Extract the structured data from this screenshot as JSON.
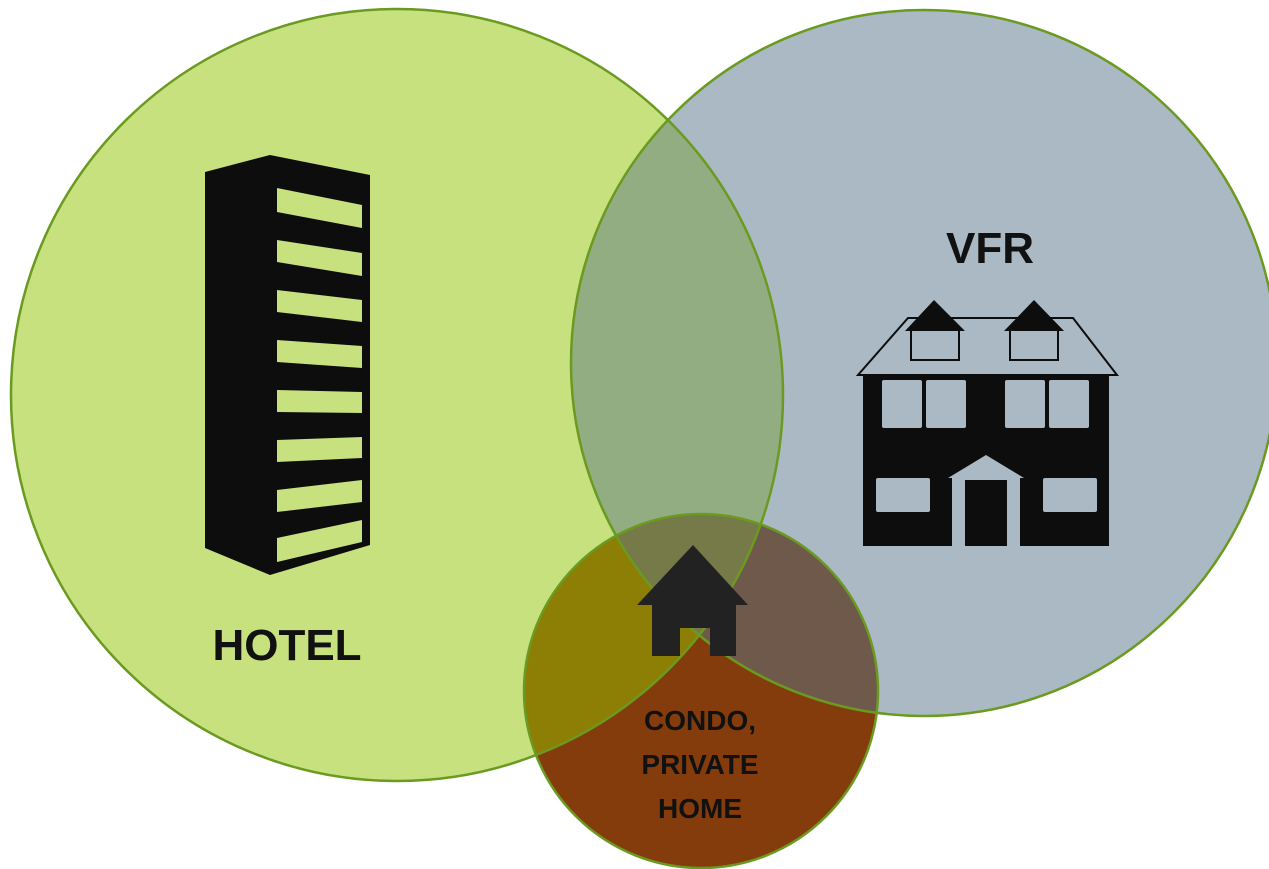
{
  "diagram": {
    "type": "venn",
    "sets": [
      {
        "id": "hotel",
        "label": "HOTEL",
        "icon": "office-tower-icon",
        "fill": "#c5e17b"
      },
      {
        "id": "vfr",
        "label": "VFR",
        "icon": "large-house-icon",
        "fill": "#a7b6c2"
      },
      {
        "id": "condo",
        "label_lines": [
          "CONDO,",
          "PRIVATE",
          "HOME"
        ],
        "icon": "small-house-icon",
        "fill": "#84400f"
      }
    ],
    "outline_color": "#6a9a1f",
    "icon_color": "#0d0d0d"
  }
}
